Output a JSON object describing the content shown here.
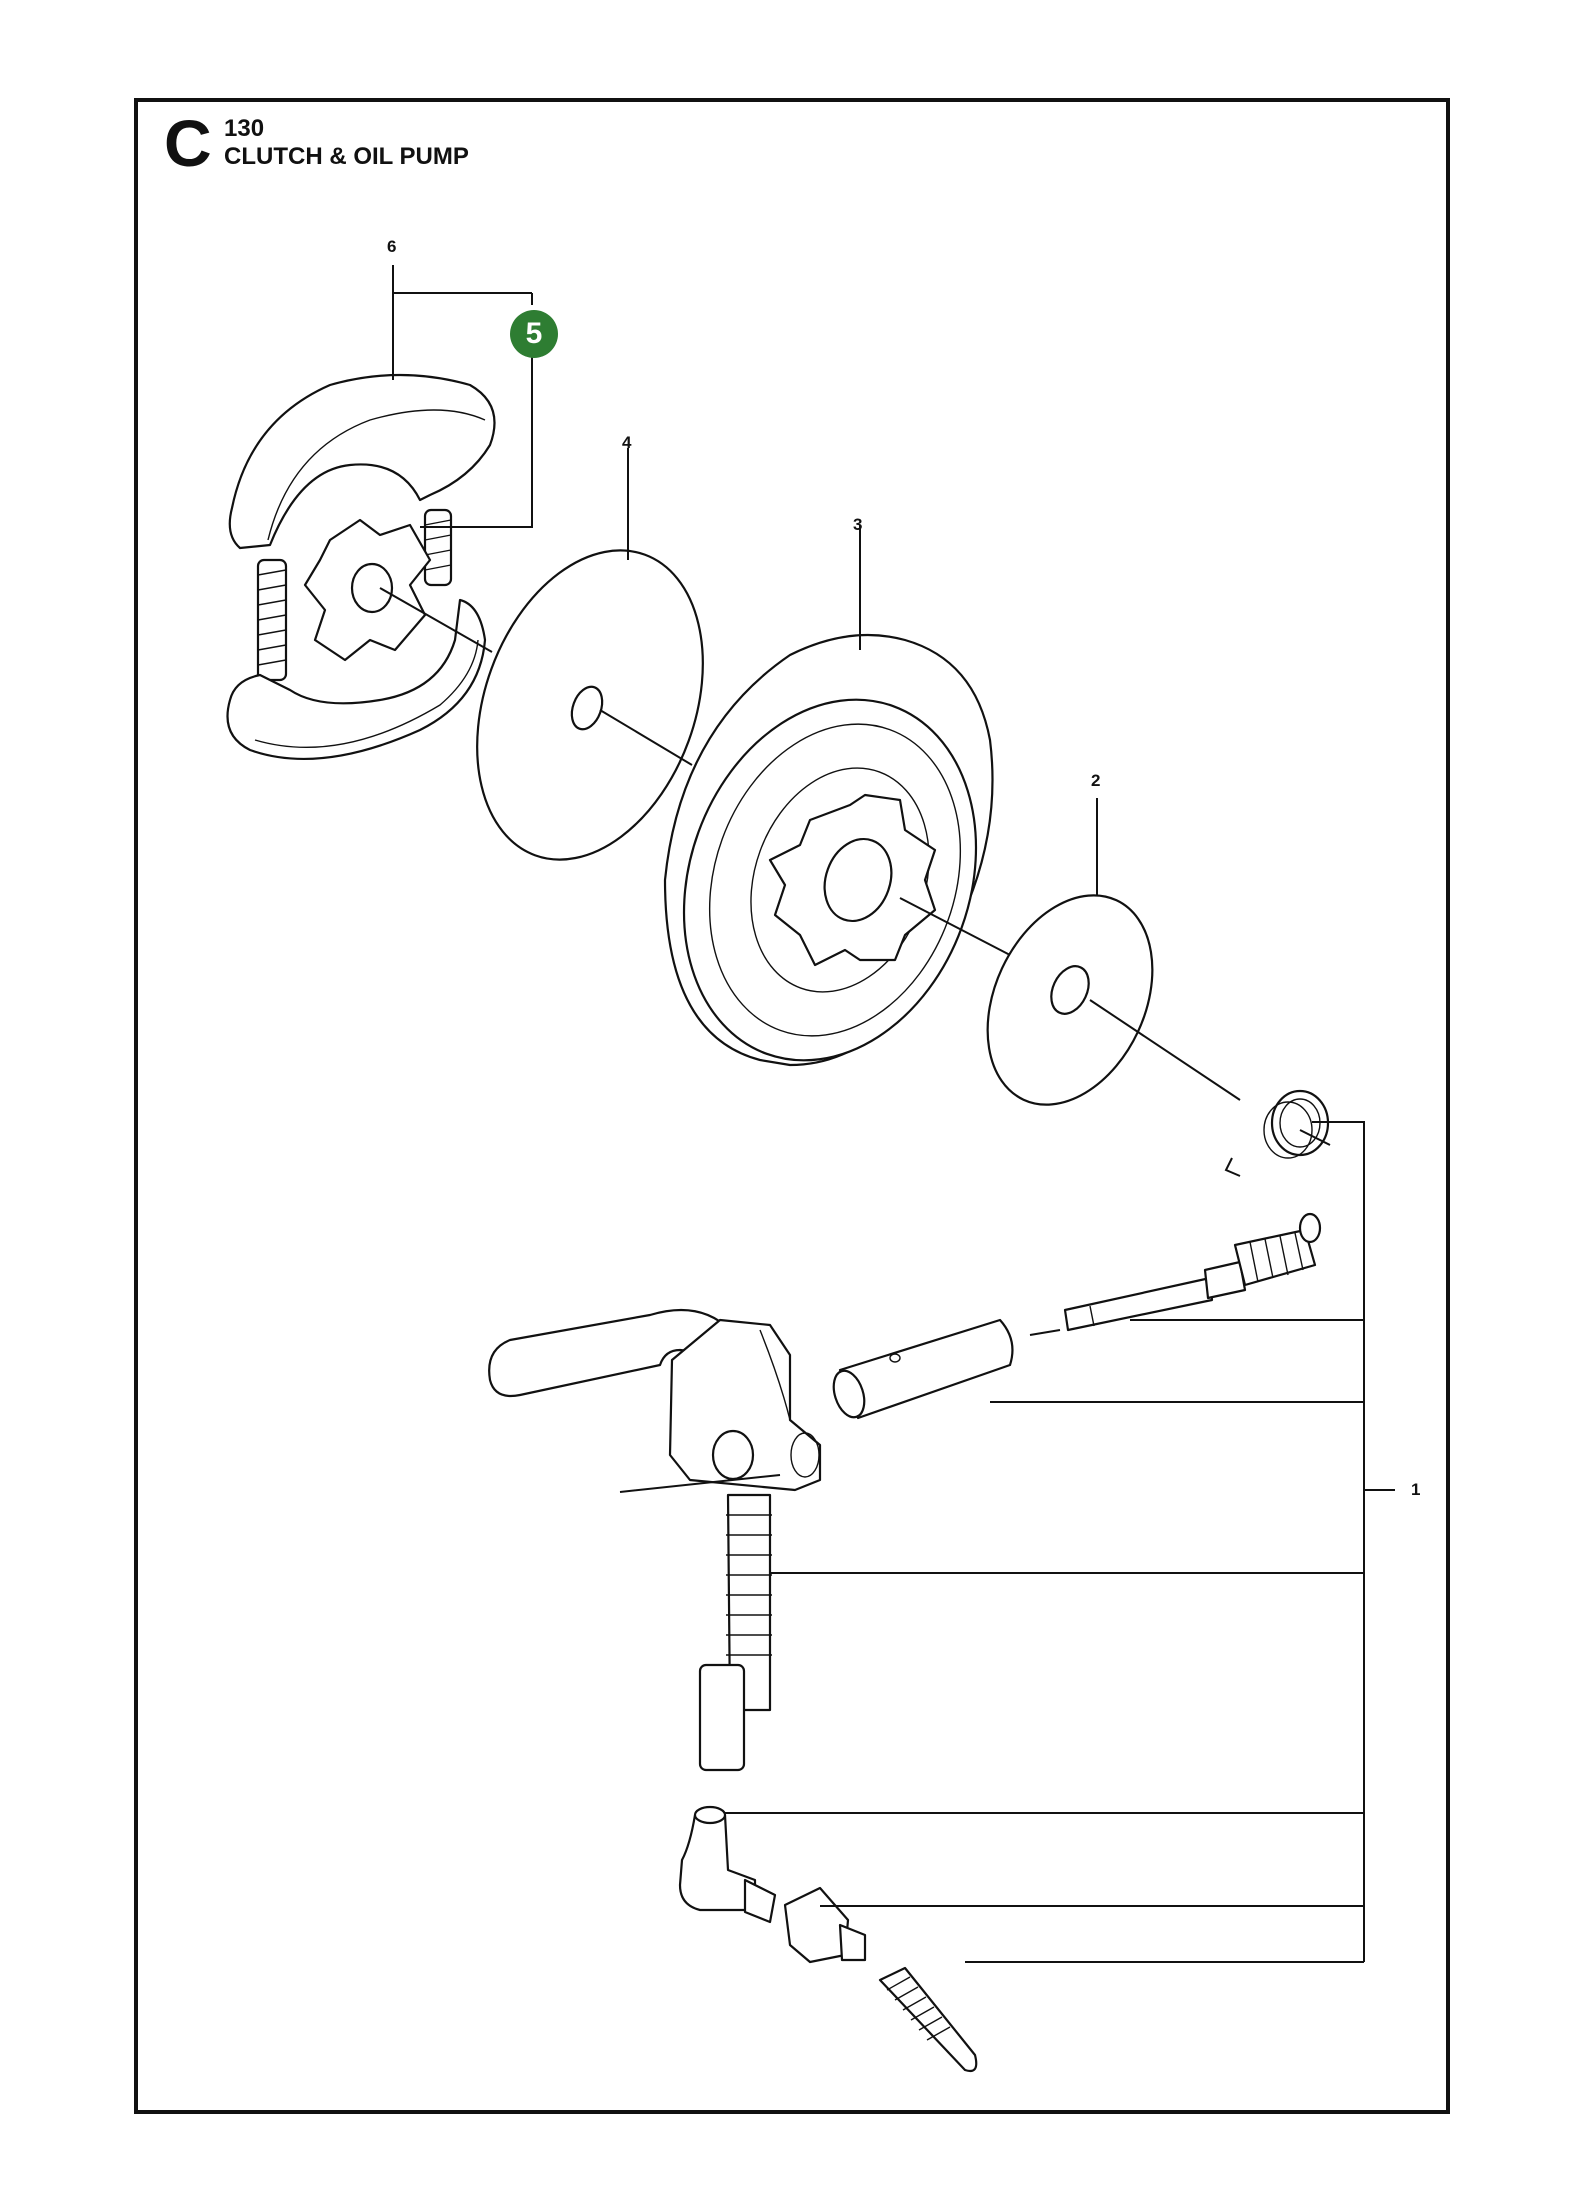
{
  "header": {
    "section_letter": "C",
    "page_number": "130",
    "title": "CLUTCH & OIL PUMP"
  },
  "callouts": {
    "c1": "1",
    "c2": "2",
    "c3": "3",
    "c4": "4",
    "c6": "6"
  },
  "badge": {
    "label": "5",
    "color": "#2e7d32"
  }
}
